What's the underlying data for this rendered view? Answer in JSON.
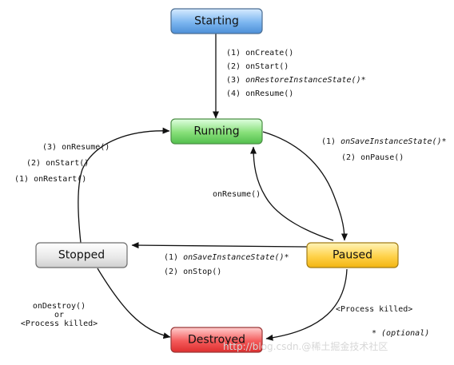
{
  "states": {
    "starting": "Starting",
    "running": "Running",
    "paused": "Paused",
    "stopped": "Stopped",
    "destroyed": "Destroyed"
  },
  "transitions": {
    "starting_to_running": [
      "(1) onCreate()",
      "(2) onStart()",
      "(3) ",
      "onRestoreInstanceState()*",
      "(4) onResume()"
    ],
    "running_to_paused": [
      "(1) ",
      "onSaveInstanceState()*",
      "(2) onPause()"
    ],
    "paused_to_running": "onResume()",
    "paused_to_stopped": [
      "(1) ",
      "onSaveInstanceState()*",
      "(2) onStop()"
    ],
    "stopped_to_running": [
      "(3) onResume()",
      "(2) onStart()",
      "(1) onRestart()"
    ],
    "stopped_to_destroyed": [
      "onDestroy()",
      "or",
      "<Process killed>"
    ],
    "paused_to_destroyed": "<Process killed>"
  },
  "footnote": "* (optional)",
  "watermark": "http://blog.csdn.@稀土掘金技术社区",
  "colors": {
    "starting": "#6fa8e8",
    "running": "#78d66f",
    "paused": "#ffd24a",
    "stopped": "#e6e6e6",
    "destroyed": "#f24b4b",
    "stroke": "#4a4a4a",
    "arrow": "#111111"
  }
}
